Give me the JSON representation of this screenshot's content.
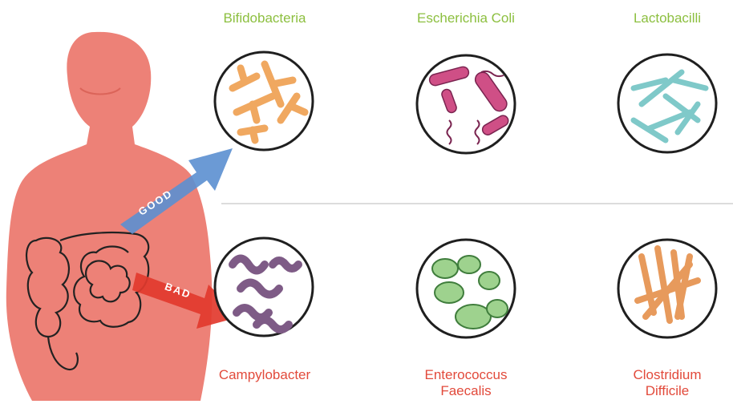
{
  "good_bacteria": [
    {
      "name": "Bifidobacteria",
      "icon": "bifidobacteria-circle-icon"
    },
    {
      "name": "Escherichia Coli",
      "icon": "ecoli-circle-icon"
    },
    {
      "name": "Lactobacilli",
      "icon": "lactobacilli-circle-icon"
    }
  ],
  "bad_bacteria": [
    {
      "name": "Campylobacter",
      "icon": "campylobacter-circle-icon"
    },
    {
      "name_line1": "Enterococcus",
      "name_line2": "Faecalis",
      "icon": "enterococcus-circle-icon"
    },
    {
      "name_line1": "Clostridium",
      "name_line2": "Difficile",
      "icon": "clostridium-circle-icon"
    }
  ],
  "arrows": {
    "good": "GOOD",
    "bad": "BAD"
  },
  "colors": {
    "good_text": "#8cbf3f",
    "bad_text": "#e24a3b",
    "body": "#ea6b5f",
    "good_arrow": "#5b8fd0",
    "bad_arrow": "#e23a2e",
    "divider": "#dcdcdc"
  }
}
